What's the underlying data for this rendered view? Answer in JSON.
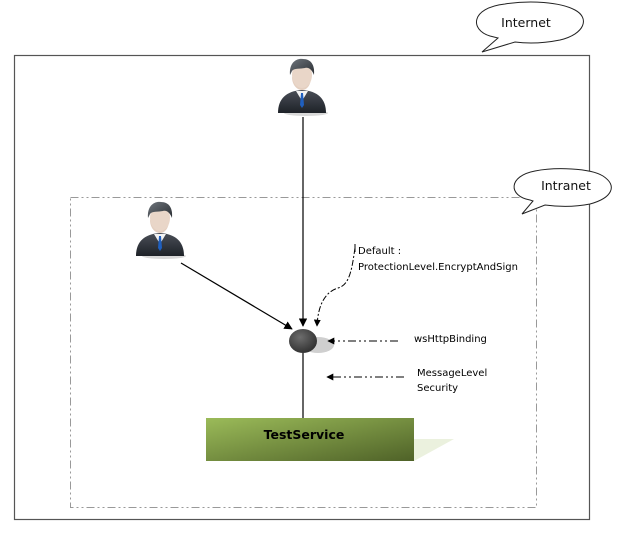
{
  "zones": {
    "internet": {
      "label": "Internet"
    },
    "intranet": {
      "label": "Intranet"
    }
  },
  "actors": [
    {
      "id": "internet-user",
      "role": "business-user"
    },
    {
      "id": "intranet-user",
      "role": "business-user"
    }
  ],
  "annotations": {
    "default_line1": "Default :",
    "default_line2": "ProtectionLevel.EncryptAndSign",
    "binding": "wsHttpBinding",
    "security_line1": "MessageLevel",
    "security_line2": "Security"
  },
  "service": {
    "label": "TestService"
  },
  "colors": {
    "service_light": "#9bbb59",
    "service_dark": "#4f6228",
    "service_shadow": "#ebf1de",
    "box_border": "#555555",
    "dashed_border": "#999999",
    "endpoint": "#4a4a4a"
  }
}
